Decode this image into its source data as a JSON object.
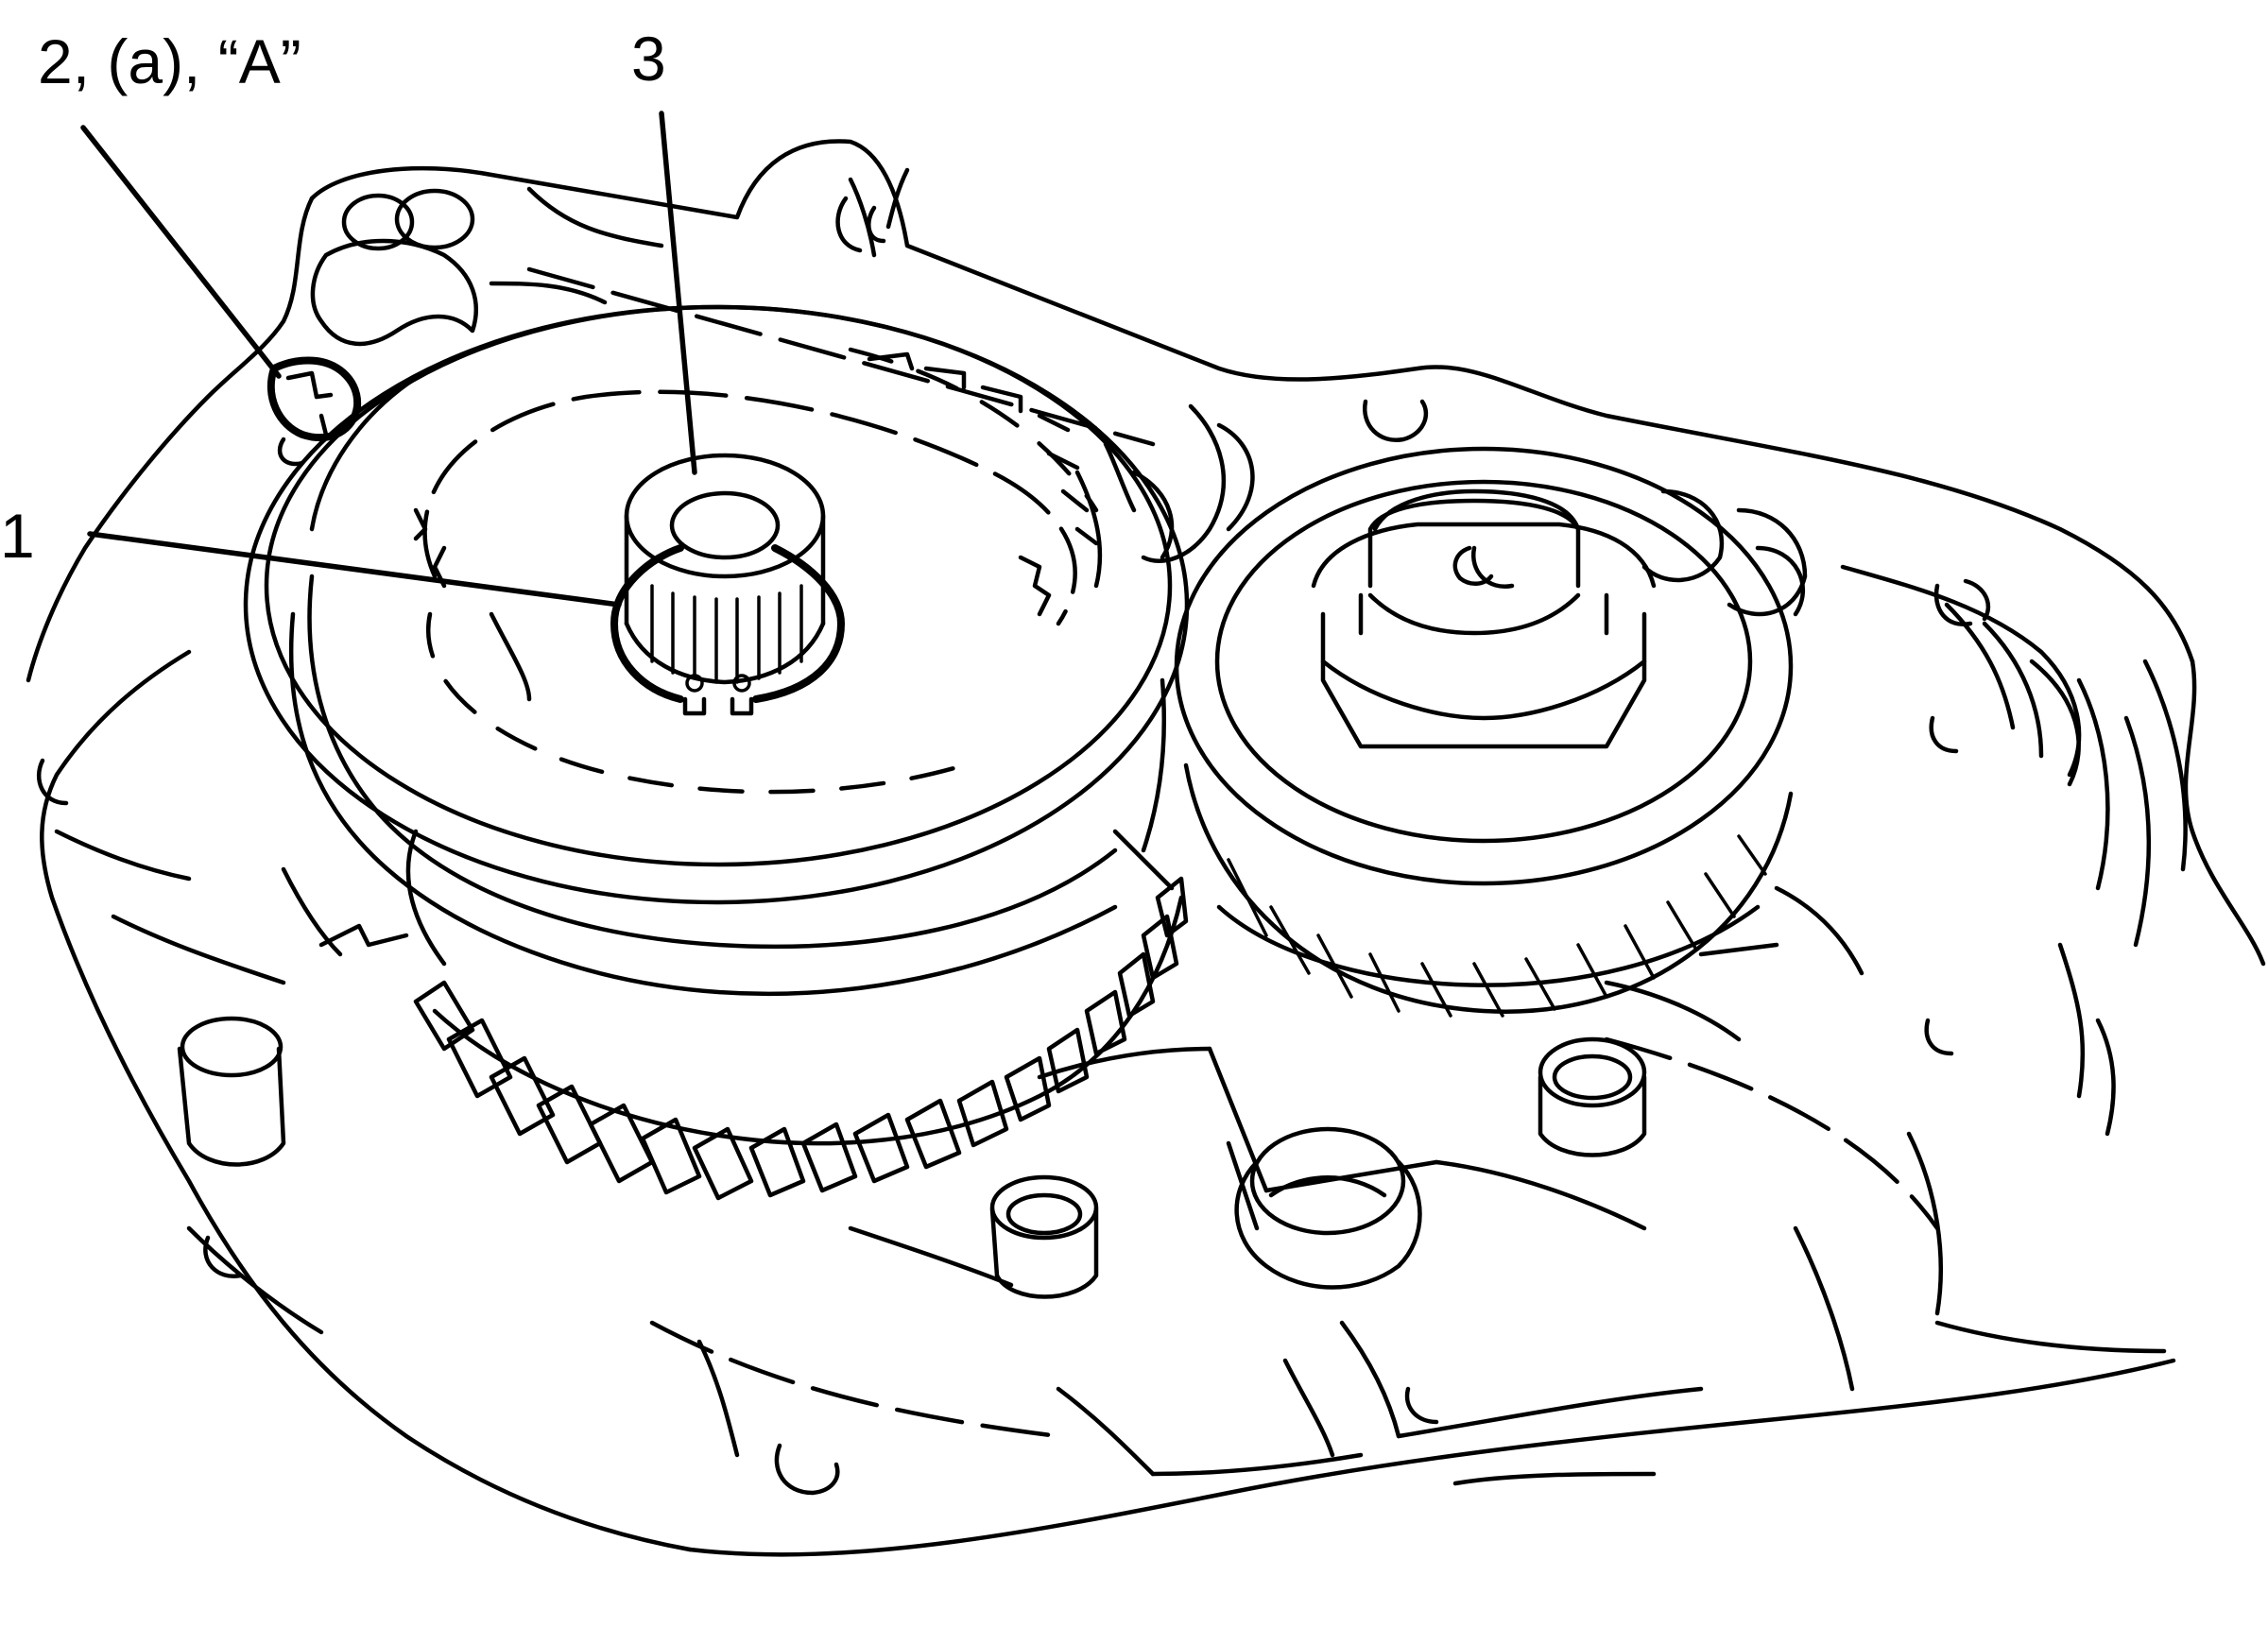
{
  "callouts": {
    "label_1": "1",
    "label_2": "2, (a), “A”",
    "label_3": "3"
  },
  "colors": {
    "line": "#000000",
    "background": "#ffffff"
  }
}
